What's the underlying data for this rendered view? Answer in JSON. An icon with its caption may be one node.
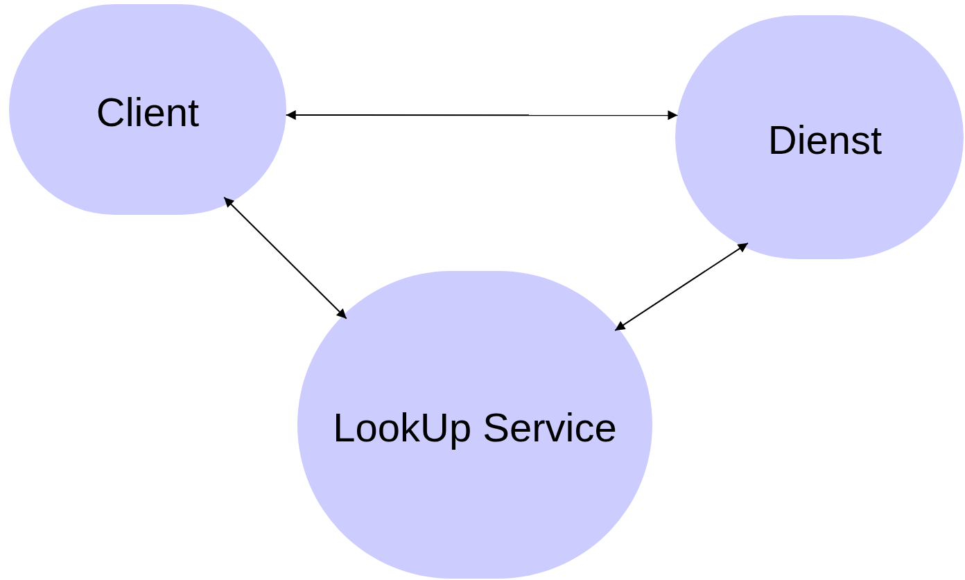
{
  "diagram": {
    "nodes": [
      {
        "text": [
          "Client"
        ]
      },
      {
        "text": [
          "Dienst"
        ]
      },
      {
        "text": [
          "LookUp Service"
        ]
      }
    ],
    "edges": [
      {
        "from": 0,
        "to": 1,
        "arrow": "both"
      },
      {
        "from": 0,
        "to": 2,
        "arrow": "both"
      },
      {
        "from": 1,
        "to": 2,
        "arrow": "both"
      }
    ]
  }
}
